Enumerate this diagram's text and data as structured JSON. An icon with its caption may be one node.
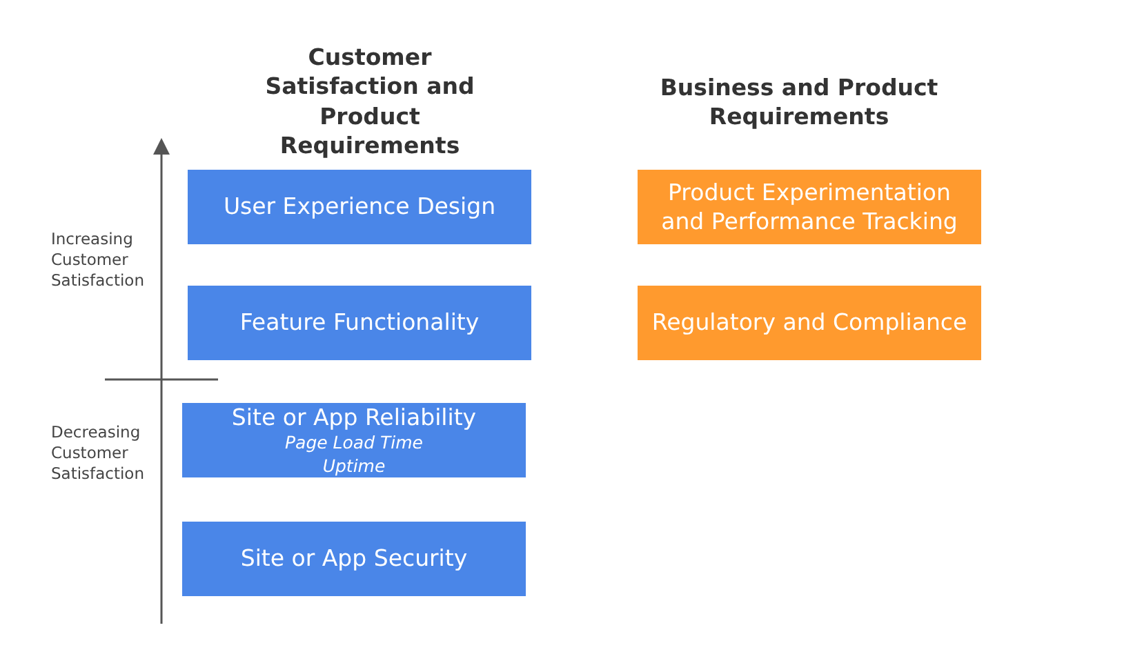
{
  "diagram": {
    "nodes": [
      {
        "text": [
          "User Experience Design"
        ]
      },
      {
        "text": [
          "Feature Functionality"
        ]
      },
      {
        "text": [
          "Site or App Reliability",
          "Page Load Time",
          "Uptime"
        ]
      },
      {
        "text": [
          "Site or App Security"
        ]
      },
      {
        "text": [
          "Product Experimentation and Performance Tracking"
        ]
      },
      {
        "text": [
          "Regulatory and Compliance"
        ]
      }
    ],
    "edges": [],
    "labels": [
      "Customer Satisfaction and Product Requirements",
      "Business and Product Requirements",
      "Increasing Customer Satisfaction",
      "Decreasing Customer Satisfaction"
    ]
  }
}
